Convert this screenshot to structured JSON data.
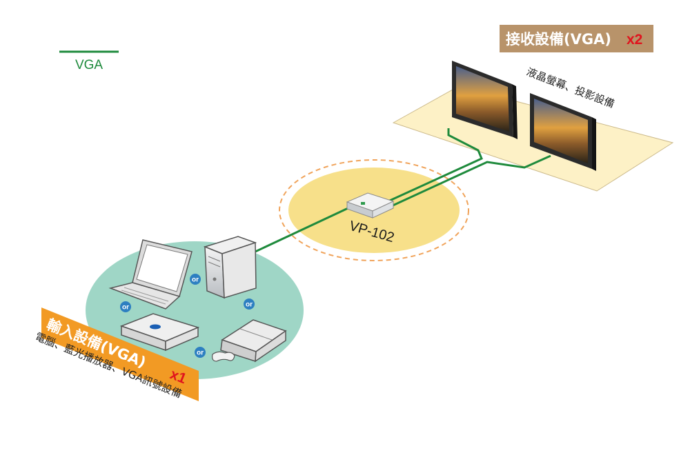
{
  "legend": {
    "label": "VGA",
    "color": "#1e8a3c"
  },
  "receiver": {
    "title": "接收設備(VGA)",
    "multiplier": "x2",
    "subtitle": "液晶螢幕、投影設備",
    "badge_color": "#b8936a",
    "platform_color": "#fdf1c6"
  },
  "splitter": {
    "label": "VP-102",
    "zone_color": "#f7e08a"
  },
  "source": {
    "title": "輸入設備(VGA)",
    "multiplier": "x1",
    "subtitle": "電腦、藍光播放器、VGA訊號設備",
    "badge_color": "#f29a24",
    "zone_color": "#9fd6c6",
    "or_labels": [
      "or",
      "or",
      "or",
      "or"
    ]
  },
  "icons": {
    "monitors": [
      "monitor-icon",
      "monitor-icon"
    ],
    "sources": [
      "laptop-icon",
      "desktop-tower-icon",
      "bluray-player-icon",
      "game-console-icon",
      "gamepad-icon"
    ],
    "splitter": "vga-splitter-icon"
  }
}
